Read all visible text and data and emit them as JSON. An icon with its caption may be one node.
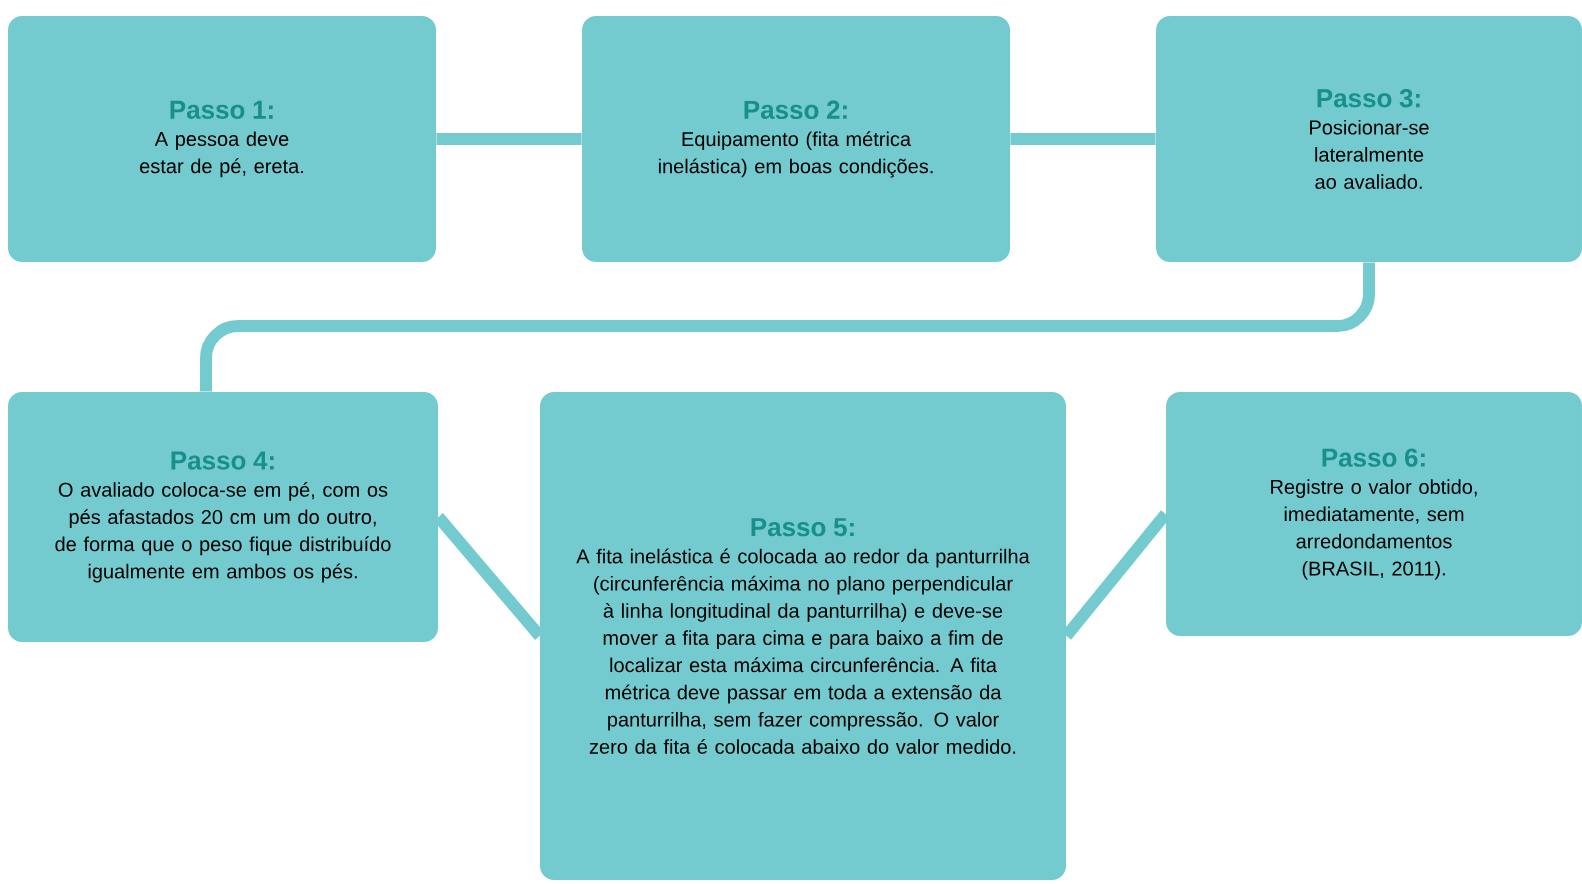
{
  "diagram": {
    "nodes": [
      {
        "text": [
          "Passo 1:",
          "A pessoa deve estar de pé, ereta."
        ]
      },
      {
        "text": [
          "Passo 2:",
          "Equipamento (fita métrica inelástica) em boas condições."
        ]
      },
      {
        "text": [
          "Passo 3:",
          "Posicionar-se lateralmente ao avaliado."
        ]
      },
      {
        "text": [
          "Passo 4:",
          "O avaliado coloca-se em pé, com os pés afastados 20 cm um do outro, de forma que o peso fique distribuído igualmente em ambos os pés."
        ]
      },
      {
        "text": [
          "Passo 5:",
          "A fita inelástica é colocada ao redor da panturrilha (circunferência máxima no plano perpendicular à linha longitudinal da panturrilha) e deve-se mover a fita para cima e para baixo a fim de localizar esta máxima circunferência. A fita métrica deve passar em toda a extensão da panturrilha, sem fazer compressão. O valor zero da fita é colocada abaixo do valor medido."
        ]
      },
      {
        "text": [
          "Passo 6:",
          "Registre o valor obtido, imediatamente, sem arredondamentos (BRASIL, 2011)."
        ]
      }
    ],
    "edges": [
      {
        "from": 0,
        "to": 1,
        "arrow": "none"
      },
      {
        "from": 1,
        "to": 2,
        "arrow": "none"
      },
      {
        "from": 2,
        "to": 3,
        "arrow": "none"
      },
      {
        "from": 3,
        "to": 4,
        "arrow": "none"
      },
      {
        "from": 4,
        "to": 5,
        "arrow": "none"
      }
    ]
  }
}
